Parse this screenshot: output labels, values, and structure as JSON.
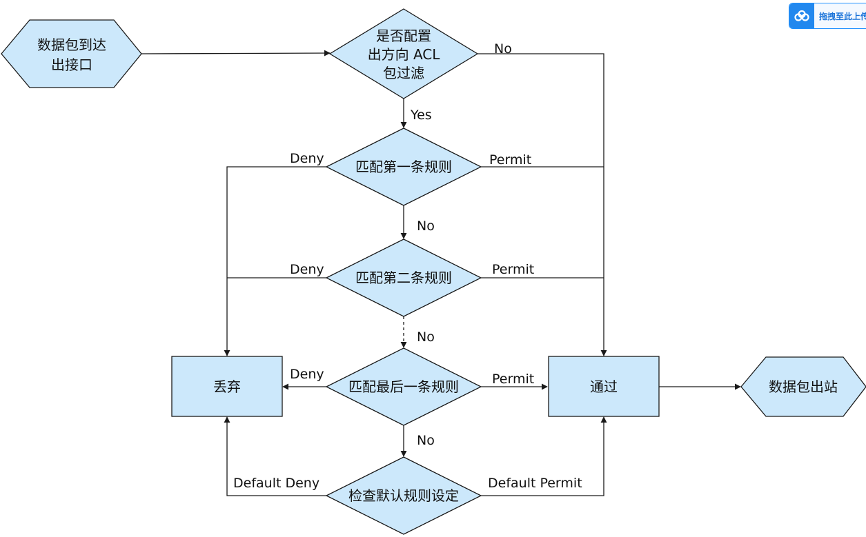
{
  "nodes": {
    "start": "数据包到达\n出接口",
    "check_acl": "是否配置\n出方向 ACL\n包过滤",
    "rule1": "匹配第一条规则",
    "rule2": "匹配第二条规则",
    "rule_last": "匹配最后一条规则",
    "default_check": "检查默认规则设定",
    "drop": "丢弃",
    "pass": "通过",
    "exit": "数据包出站"
  },
  "edge_labels": {
    "acl_no": "No",
    "acl_yes": "Yes",
    "rule1_deny": "Deny",
    "rule1_permit": "Permit",
    "rule1_no": "No",
    "rule2_deny": "Deny",
    "rule2_permit": "Permit",
    "rule2_no": "No",
    "last_deny": "Deny",
    "last_permit": "Permit",
    "last_no": "No",
    "default_deny": "Default Deny",
    "default_permit": "Default Permit"
  },
  "upload_badge": {
    "text": "拖拽至此上传",
    "icon": "cloud-icon"
  },
  "colors": {
    "node_fill": "#cce8fb",
    "stroke": "#1a1a1a",
    "badge_accent": "#2288ee"
  }
}
